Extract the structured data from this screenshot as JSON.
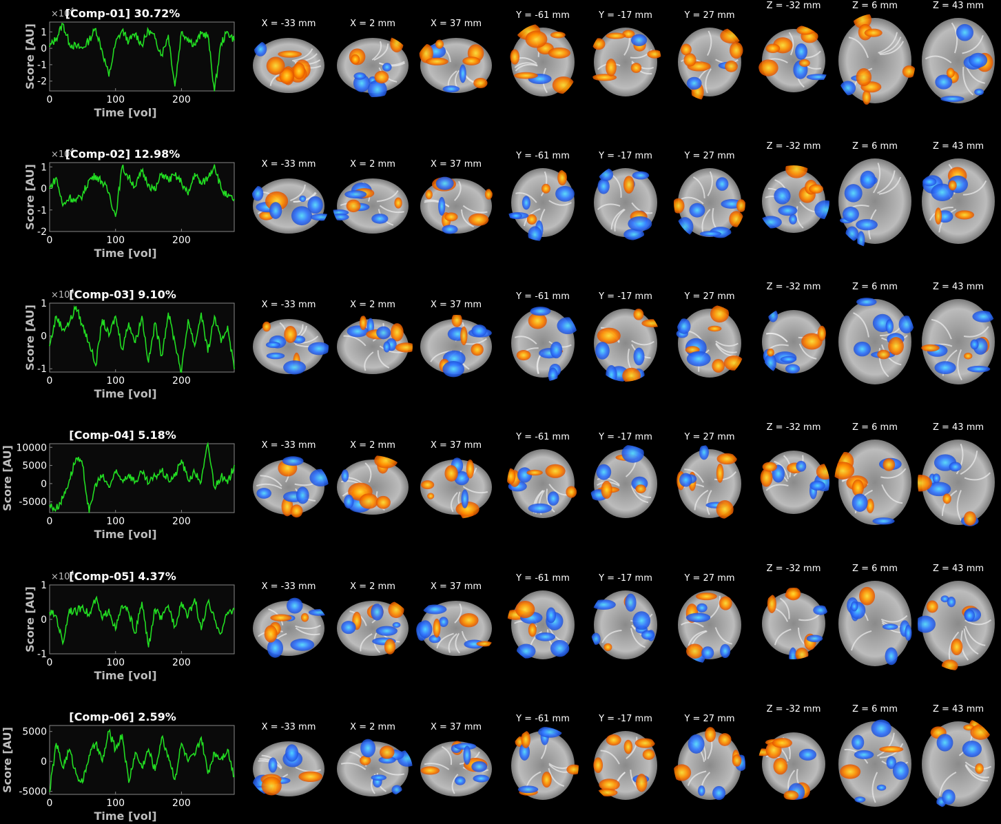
{
  "figure": {
    "slice_labels": {
      "sagittal": [
        "X = -33 mm",
        "X = 2 mm",
        "X = 37 mm"
      ],
      "coronal": [
        "Y = -61 mm",
        "Y = -17 mm",
        "Y = 27 mm"
      ],
      "axial": [
        "Z = -32 mm",
        "Z = 6 mm",
        "Z = 43 mm"
      ]
    },
    "colors": {
      "trace": "#22dd22",
      "axes_bg": "#0a0a0a",
      "axes_border": "#888888",
      "positive_map": "#ff8c00",
      "negative_map": "#3377ff"
    }
  },
  "chart_data": [
    {
      "type": "line",
      "title": "[Comp-01] 30.72%",
      "xlabel": "Time [vol]",
      "ylabel": "Score [AU]",
      "y_exponent": "4",
      "xlim": [
        0,
        280
      ],
      "ylim": [
        -2.6,
        1.6
      ],
      "xticks": [
        0,
        100,
        200
      ],
      "yticks": [
        -2,
        -1,
        0,
        1
      ],
      "x": [
        0,
        10,
        20,
        30,
        40,
        50,
        60,
        70,
        80,
        90,
        100,
        110,
        120,
        130,
        140,
        150,
        160,
        170,
        180,
        190,
        200,
        210,
        220,
        230,
        240,
        250,
        260,
        270,
        280
      ],
      "series": [
        {
          "values": [
            0.1,
            0.6,
            1.5,
            0.3,
            0.1,
            0.0,
            0.5,
            1.2,
            -0.2,
            -1.7,
            0.3,
            1.1,
            0.4,
            0.9,
            0.2,
            1.1,
            0.6,
            -0.4,
            0.8,
            -2.3,
            1.0,
            0.6,
            0.2,
            0.9,
            0.8,
            -2.6,
            0.3,
            1.0,
            0.5
          ]
        }
      ]
    },
    {
      "type": "line",
      "title": "[Comp-02] 12.98%",
      "xlabel": "Time [vol]",
      "ylabel": "Score [AU]",
      "y_exponent": "4",
      "xlim": [
        0,
        280
      ],
      "ylim": [
        -2,
        1.2
      ],
      "xticks": [
        0,
        100,
        200
      ],
      "yticks": [
        -2,
        -1,
        0,
        1
      ],
      "x": [
        0,
        10,
        20,
        30,
        40,
        50,
        60,
        70,
        80,
        90,
        100,
        110,
        120,
        130,
        140,
        150,
        160,
        170,
        180,
        190,
        200,
        210,
        220,
        230,
        240,
        250,
        260,
        270,
        280
      ],
      "series": [
        {
          "values": [
            0.0,
            0.5,
            -0.8,
            -0.4,
            -0.6,
            -0.3,
            0.4,
            0.6,
            0.3,
            -0.2,
            -1.3,
            1.0,
            0.5,
            0.1,
            0.8,
            0.2,
            -0.1,
            0.7,
            0.4,
            0.6,
            0.3,
            -0.3,
            0.7,
            0.2,
            0.5,
            1.1,
            0.0,
            -0.4,
            -0.5
          ]
        }
      ]
    },
    {
      "type": "line",
      "title": "[Comp-03] 9.10%",
      "xlabel": "Time [vol]",
      "ylabel": "Score [AU]",
      "y_exponent": "4",
      "xlim": [
        0,
        280
      ],
      "ylim": [
        -1.1,
        1.0
      ],
      "xticks": [
        0,
        100,
        200
      ],
      "yticks": [
        -1,
        0,
        1
      ],
      "x": [
        0,
        10,
        20,
        30,
        40,
        50,
        60,
        70,
        80,
        90,
        100,
        110,
        120,
        130,
        140,
        150,
        160,
        170,
        180,
        190,
        200,
        210,
        220,
        230,
        240,
        250,
        260,
        270,
        280
      ],
      "series": [
        {
          "values": [
            -0.3,
            0.6,
            0.2,
            0.4,
            0.9,
            0.3,
            -0.2,
            -0.9,
            0.5,
            0.0,
            0.6,
            -0.4,
            0.4,
            -0.2,
            0.6,
            -0.8,
            0.4,
            -0.6,
            0.7,
            -0.2,
            -1.1,
            0.5,
            -0.3,
            0.7,
            -0.5,
            0.6,
            -0.2,
            0.3,
            -1.0
          ]
        }
      ]
    },
    {
      "type": "line",
      "title": "[Comp-04] 5.18%",
      "xlabel": "Time [vol]",
      "ylabel": "Score [AU]",
      "xlim": [
        0,
        280
      ],
      "ylim": [
        -8000,
        11000
      ],
      "xticks": [
        0,
        100,
        200
      ],
      "yticks": [
        -5000,
        0,
        5000,
        10000
      ],
      "x": [
        0,
        10,
        20,
        30,
        40,
        50,
        60,
        70,
        80,
        90,
        100,
        110,
        120,
        130,
        140,
        150,
        160,
        170,
        180,
        190,
        200,
        210,
        220,
        230,
        240,
        250,
        260,
        270,
        280
      ],
      "series": [
        {
          "values": [
            -6000,
            -7000,
            -4000,
            1000,
            7000,
            5000,
            -8000,
            0,
            2000,
            -1000,
            3000,
            1000,
            2500,
            500,
            3000,
            0,
            2000,
            3500,
            1000,
            2000,
            6500,
            1000,
            3000,
            500,
            11000,
            -1000,
            2000,
            0,
            5000
          ]
        }
      ]
    },
    {
      "type": "line",
      "title": "[Comp-05] 4.37%",
      "xlabel": "Time [vol]",
      "ylabel": "Score [AU]",
      "y_exponent": "4",
      "xlim": [
        0,
        280
      ],
      "ylim": [
        -1,
        1
      ],
      "xticks": [
        0,
        100,
        200
      ],
      "yticks": [
        -1,
        0,
        1
      ],
      "x": [
        0,
        10,
        20,
        30,
        40,
        50,
        60,
        70,
        80,
        90,
        100,
        110,
        120,
        130,
        140,
        150,
        160,
        170,
        180,
        190,
        200,
        210,
        220,
        230,
        240,
        250,
        260,
        270,
        280
      ],
      "series": [
        {
          "values": [
            0.2,
            0.1,
            -0.7,
            0.3,
            0.2,
            0.4,
            0.1,
            0.6,
            0.0,
            0.3,
            -0.3,
            0.4,
            0.2,
            -0.4,
            0.5,
            -0.8,
            0.3,
            0.0,
            0.4,
            -0.2,
            0.5,
            0.1,
            0.6,
            -0.3,
            0.5,
            0.0,
            -0.4,
            0.2,
            0.3
          ]
        }
      ]
    },
    {
      "type": "line",
      "title": "[Comp-06] 2.59%",
      "xlabel": "Time [vol]",
      "ylabel": "Score [AU]",
      "xlim": [
        0,
        280
      ],
      "ylim": [
        -5500,
        6000
      ],
      "xticks": [
        0,
        100,
        200
      ],
      "yticks": [
        -5000,
        0,
        5000
      ],
      "x": [
        0,
        10,
        20,
        30,
        40,
        50,
        60,
        70,
        80,
        90,
        100,
        110,
        120,
        130,
        140,
        150,
        160,
        170,
        180,
        190,
        200,
        210,
        220,
        230,
        240,
        250,
        260,
        270,
        280
      ],
      "series": [
        {
          "values": [
            -5000,
            3000,
            -1000,
            2000,
            -2000,
            -3500,
            1000,
            3000,
            0,
            5000,
            2000,
            4500,
            -3500,
            1500,
            -1000,
            2000,
            -1500,
            4000,
            1000,
            -3000,
            3000,
            0,
            1000,
            4000,
            -2000,
            1500,
            500,
            2000,
            -2500
          ]
        }
      ]
    }
  ]
}
